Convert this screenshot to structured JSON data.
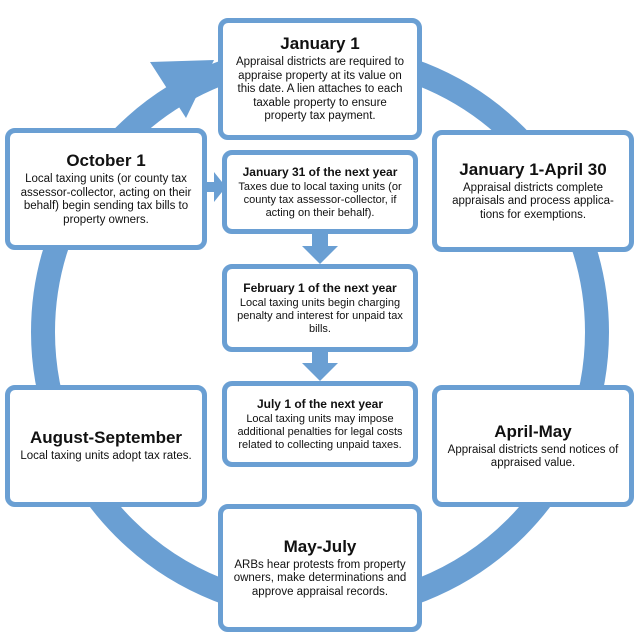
{
  "colors": {
    "accent": "#6a9fd3",
    "background": "#ffffff",
    "text": "#111111"
  },
  "boxes": {
    "jan1": {
      "title": "January 1",
      "body": "Appraisal districts are required to appraise property at its value on this date. A lien attaches to each taxable property to ensure property tax payment."
    },
    "jan_apr": {
      "title": "January 1-April 30",
      "body": "Appraisal districts complete appraisals and process applica-tions for exemptions."
    },
    "apr_may": {
      "title": "April-May",
      "body": "Appraisal districts send notices of appraised value."
    },
    "may_jul": {
      "title": "May-July",
      "body": "ARBs hear protests from property owners, make determinations and approve appraisal records."
    },
    "aug_sep": {
      "title": "August-September",
      "body": "Local taxing units adopt tax rates."
    },
    "oct1": {
      "title": "October 1",
      "body": "Local taxing units (or county tax assessor-collector, acting on their behalf) begin sending tax bills to property owners."
    },
    "jan31": {
      "title": "January 31 of the next year",
      "body": "Taxes due to local taxing units (or county tax assessor-collector, if acting on their behalf)."
    },
    "feb1": {
      "title": "February 1 of the next year",
      "body": "Local taxing units begin charging penalty and interest for unpaid tax bills."
    },
    "jul1": {
      "title": "July 1 of the next year",
      "body": "Local taxing units may impose additional penalties for legal costs related to collecting unpaid taxes."
    }
  }
}
